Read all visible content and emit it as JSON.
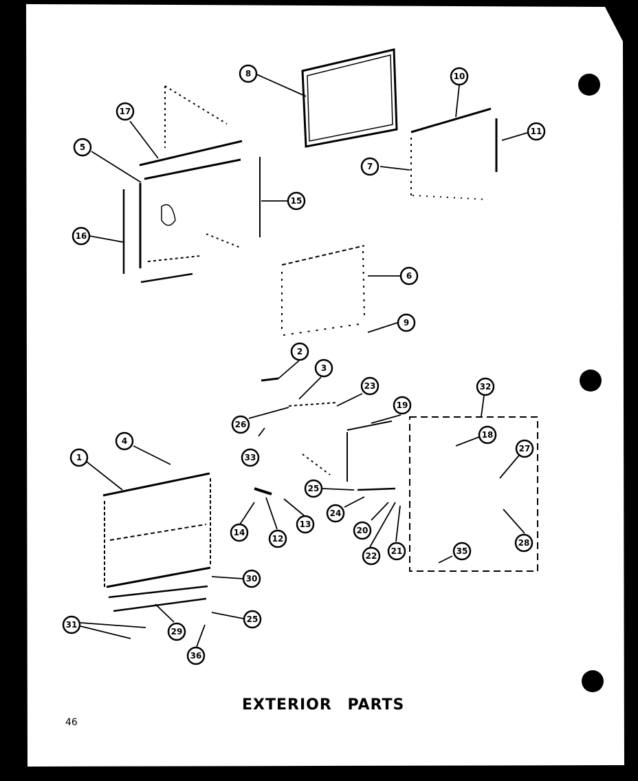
{
  "title": "EXTERIOR PARTS",
  "page_number": "46",
  "callouts": [
    {
      "id": "c8a",
      "label": "8"
    },
    {
      "id": "c10",
      "label": "10"
    },
    {
      "id": "c11",
      "label": "11"
    },
    {
      "id": "c7",
      "label": "7"
    },
    {
      "id": "c17",
      "label": "17"
    },
    {
      "id": "c5",
      "label": "5"
    },
    {
      "id": "c15",
      "label": "15"
    },
    {
      "id": "c16",
      "label": "16"
    },
    {
      "id": "c6",
      "label": "6"
    },
    {
      "id": "c9",
      "label": "9"
    },
    {
      "id": "c2",
      "label": "2"
    },
    {
      "id": "c3",
      "label": "3"
    },
    {
      "id": "c23",
      "label": "23"
    },
    {
      "id": "c26a",
      "label": "26"
    },
    {
      "id": "c19",
      "label": "19"
    },
    {
      "id": "c32",
      "label": "32"
    },
    {
      "id": "c4",
      "label": "4"
    },
    {
      "id": "c18",
      "label": "18"
    },
    {
      "id": "c27",
      "label": "27"
    },
    {
      "id": "c33",
      "label": "33"
    },
    {
      "id": "c1",
      "label": "1"
    },
    {
      "id": "c25a",
      "label": "25"
    },
    {
      "id": "c24",
      "label": "24"
    },
    {
      "id": "c14",
      "label": "14"
    },
    {
      "id": "c12",
      "label": "12"
    },
    {
      "id": "c13",
      "label": "13"
    },
    {
      "id": "c20",
      "label": "20"
    },
    {
      "id": "c22",
      "label": "22"
    },
    {
      "id": "c21",
      "label": "21"
    },
    {
      "id": "c35",
      "label": "35"
    },
    {
      "id": "c28",
      "label": "28"
    },
    {
      "id": "c30",
      "label": "30"
    },
    {
      "id": "c31",
      "label": "31"
    },
    {
      "id": "c29",
      "label": "29"
    },
    {
      "id": "c25b",
      "label": "25"
    },
    {
      "id": "c36",
      "label": "36"
    }
  ]
}
